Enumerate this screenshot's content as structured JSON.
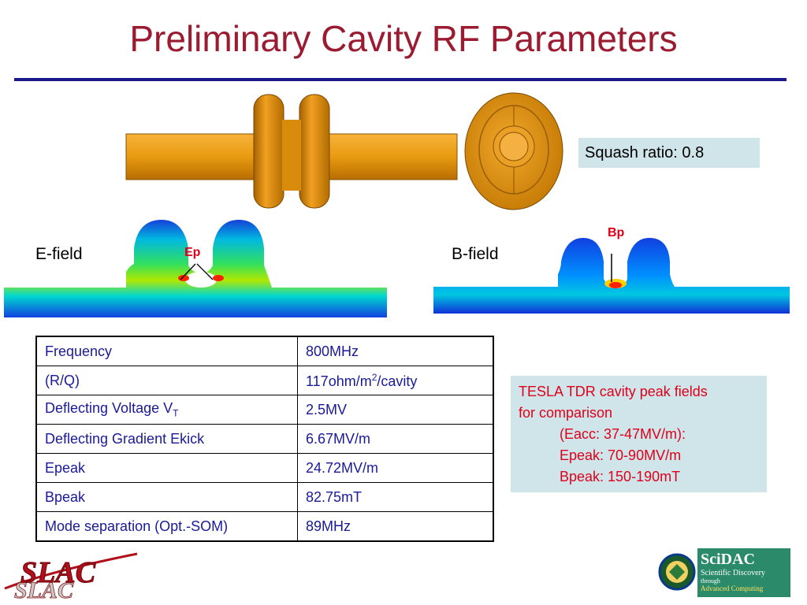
{
  "slide": {
    "title": "Preliminary Cavity RF Parameters",
    "squash_label": "Squash ratio: 0.8",
    "efield": {
      "label": "E-field",
      "peak": "Ep"
    },
    "bfield": {
      "label": "B-field",
      "peak": "Bp"
    }
  },
  "table": {
    "rows": [
      {
        "param": "Frequency",
        "value": "800MHz"
      },
      {
        "param": "(R/Q)",
        "value_main": "117ohm/m",
        "value_sup": "2",
        "value_tail": "/cavity"
      },
      {
        "param_main": "Deflecting Voltage V",
        "param_sub": "T",
        "value": "2.5MV"
      },
      {
        "param": "Deflecting Gradient Ekick",
        "value": "6.67MV/m"
      },
      {
        "param": "Epeak",
        "value": "24.72MV/m"
      },
      {
        "param": "Bpeak",
        "value": "82.75mT"
      },
      {
        "param": "Mode separation (Opt.-SOM)",
        "value": "89MHz"
      }
    ]
  },
  "tesla_box": {
    "line1": "TESLA TDR cavity peak fields",
    "line2": "for comparison",
    "line3": "(Eacc: 37-47MV/m):",
    "line4": "Epeak: 70-90MV/m",
    "line5": "Bpeak: 150-190mT"
  },
  "logos": {
    "slac": "SLAC",
    "scidac": "SciDAC",
    "scidac_tag1": "Scientific Discovery",
    "scidac_tag2": "through",
    "scidac_tag3": "Advanced Computing"
  },
  "colors": {
    "title": "#9b1b30",
    "rule": "#1a1a8c",
    "cavity": "#e0960a",
    "table_text": "#1a1a99",
    "highlight": "#e0001a",
    "box_bg": "#cfe5ea"
  }
}
